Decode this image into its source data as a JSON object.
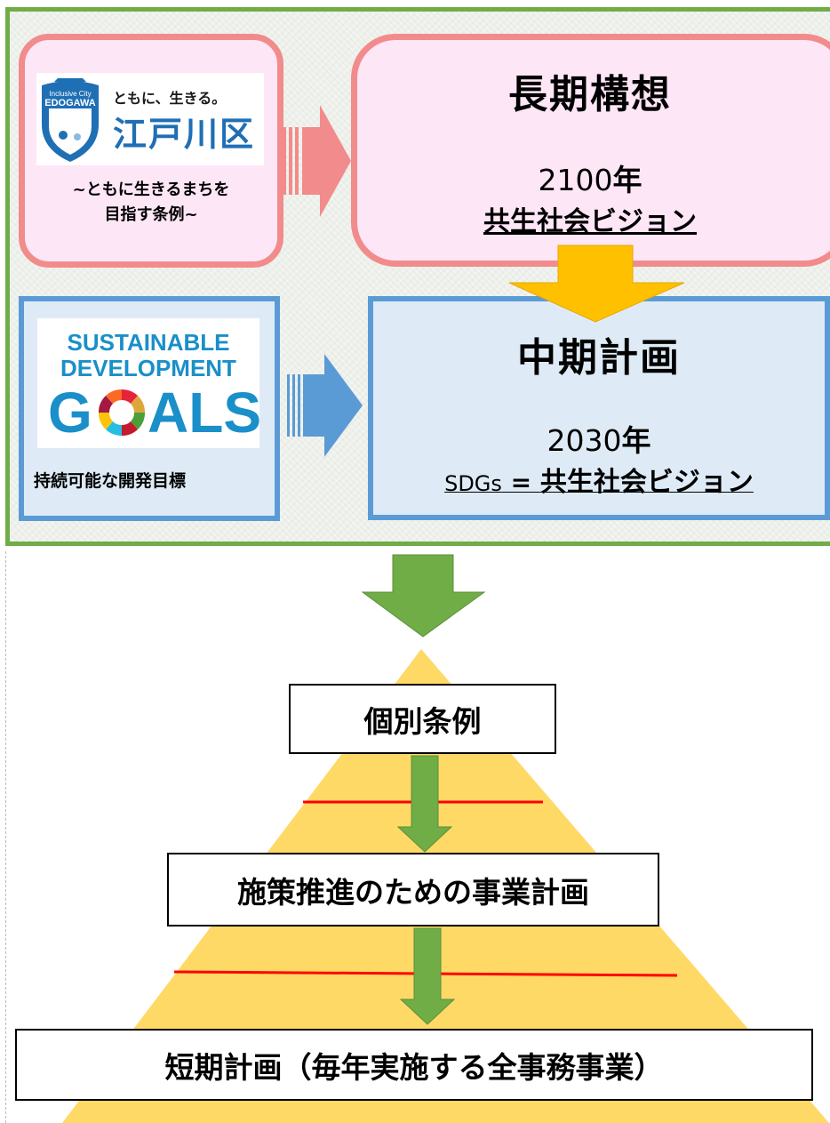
{
  "colors": {
    "frame_green": "#70ad47",
    "pink_fill": "#fde6f6",
    "pink_border": "#f28b8b",
    "blue_fill": "#deebf7",
    "blue_border": "#5b9bd5",
    "orange_arrow": "#ffc000",
    "green_arrow": "#70ad47",
    "pyramid_fill": "#ffd966",
    "divider_red": "#ff0000"
  },
  "ordinance": {
    "logo": {
      "icon": "edogawa-logo",
      "tagline": "Inclusive City",
      "city_roman": "EDOGAWA",
      "slogan": "ともに、生きる。",
      "ward_name": "江戸川区"
    },
    "caption_line1": "~ともに生きるまちを",
    "caption_line2": "目指す条例~"
  },
  "long_term": {
    "title": "長期構想",
    "year_num": "2100",
    "year_unit": "年",
    "vision": "共生社会ビジョン"
  },
  "sdgs": {
    "logo": {
      "icon": "sdgs-logo",
      "line1": "SUSTAINABLE",
      "line2": "DEVELOPMENT",
      "line3_g": "G",
      "line3_rest": "ALS"
    },
    "caption": "持続可能な開発目標"
  },
  "mid_term": {
    "title": "中期計画",
    "year_num": "2030",
    "year_unit": "年",
    "vision_prefix": "SDGs",
    "vision_eq": " = ",
    "vision": "共生社会ビジョン"
  },
  "pyramid": {
    "level1": "個別条例",
    "level2": "施策推進のための事業計画",
    "level3": "短期計画（毎年実施する全事務事業）"
  }
}
